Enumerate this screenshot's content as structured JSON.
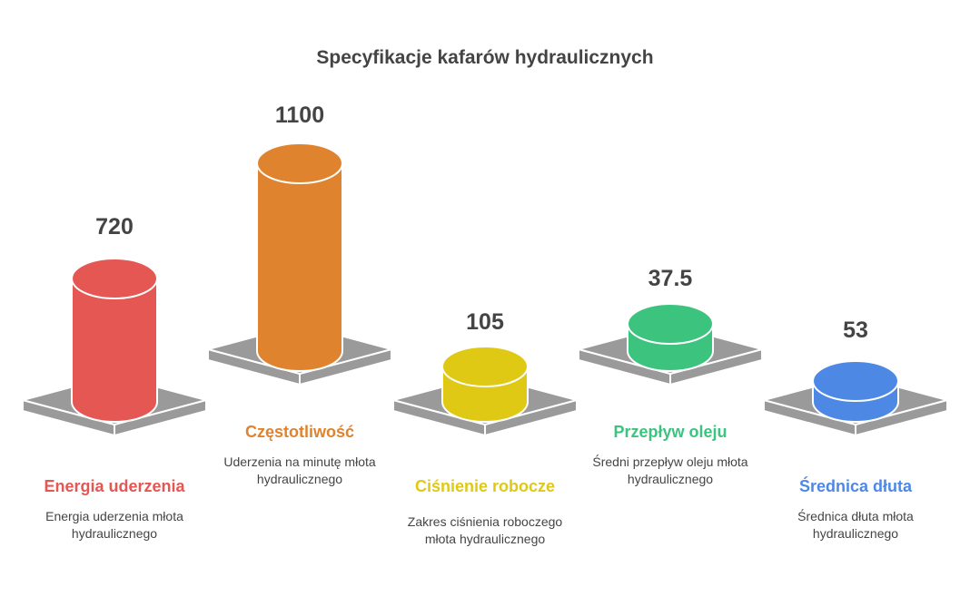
{
  "title": "Specyfikacje kafarów hydraulicznych",
  "platform_color": "#9a9a9a",
  "items": [
    {
      "value": "720",
      "title": "Energia uderzenia",
      "description": "Energia uderzenia młota hydraulicznego",
      "color": "#e55753"
    },
    {
      "value": "1100",
      "title": "Częstotliwość",
      "description": "Uderzenia na minutę młota hydraulicznego",
      "color": "#e0832f"
    },
    {
      "value": "105",
      "title": "Ciśnienie robocze",
      "description": "Zakres ciśnienia roboczego młota hydraulicznego",
      "color": "#dfc915"
    },
    {
      "value": "37.5",
      "title": "Przepływ oleju",
      "description": "Średni przepływ oleju młota hydraulicznego",
      "color": "#3cc47f"
    },
    {
      "value": "53",
      "title": "Średnica dłuta",
      "description": "Średnica dłuta młota hydraulicznego",
      "color": "#4e88e5"
    }
  ]
}
